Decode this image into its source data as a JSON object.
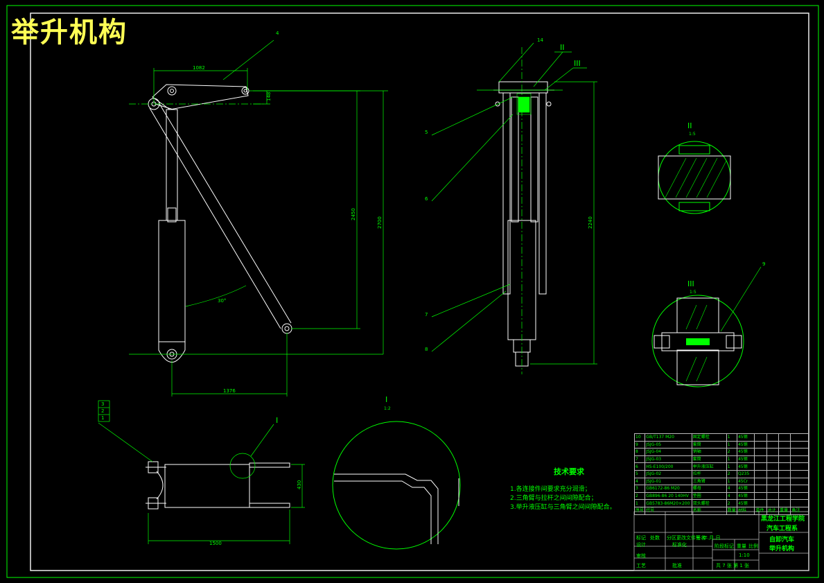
{
  "drawing_title": "举升机构",
  "dims": {
    "d1082": "1082",
    "d148": "148",
    "d2450": "2450",
    "d2700": "2700",
    "d1376": "1376",
    "angle": "30°",
    "d2240": "2240",
    "d430": "430",
    "d1500": "1500"
  },
  "balloons": {
    "b4": "4",
    "b14": "14",
    "b5": "5",
    "b6": "6",
    "b7": "7",
    "b8": "8",
    "b9": "9",
    "b3": "3",
    "b2": "2",
    "b1": "1"
  },
  "sections": {
    "II": {
      "label": "II",
      "scale": "1:5"
    },
    "III": {
      "label": "III",
      "scale": "1:5"
    },
    "I": {
      "label": "I",
      "scale": "1:2"
    }
  },
  "tech_requirements": {
    "title": "技术要求",
    "items": [
      "1.各连接件间要求充分润滑；",
      "2.三角臂与拉杆之间间隙配合；",
      "3.举升液压缸与三角臂之间间隙配合。"
    ]
  },
  "bom_rows": [
    [
      "10",
      "GB/T137 M20",
      "固定螺栓",
      "1",
      "45钢"
    ],
    [
      "9",
      "JSJG-05",
      "套筒",
      "1",
      "45钢"
    ],
    [
      "8",
      "JSJG-04",
      "销轴",
      "2",
      "45钢"
    ],
    [
      "7",
      "JSJG-03",
      "套筒",
      "1",
      "45钢"
    ],
    [
      "6",
      "HS-E100/200",
      "举升液压缸",
      "1",
      "45钢"
    ],
    [
      "5",
      "JSJG-02",
      "拉杆",
      "2",
      "Q235"
    ],
    [
      "4",
      "JSJG-01",
      "三角臂",
      "1",
      "45Cr"
    ],
    [
      "3",
      "GB6172-86 M20",
      "螺母",
      "4",
      "45钢"
    ],
    [
      "2",
      "GB896-86 20 140HV",
      "垫圈",
      "4",
      "45钢"
    ],
    [
      "1",
      "GB5783-86M20×200",
      "双头螺栓",
      "2",
      "45钢"
    ]
  ],
  "bom_header": [
    "序号",
    "代号",
    "名称",
    "数量",
    "材料",
    "单件",
    "总计",
    "重量",
    "备注"
  ],
  "title_block": {
    "school": "黑龙江工程学院",
    "dept": "汽车工程系",
    "product": "自卸汽车",
    "part": "举升机构",
    "scale": "1:10",
    "sheet": "共 7 张  第 1 张",
    "labels": [
      "标记",
      "处数",
      "分区",
      "更改文件号",
      "签名",
      "年.月.日",
      "设计",
      "标准化",
      "阶段标记",
      "重量",
      "比例",
      "审核",
      "工艺",
      "批准"
    ]
  }
}
